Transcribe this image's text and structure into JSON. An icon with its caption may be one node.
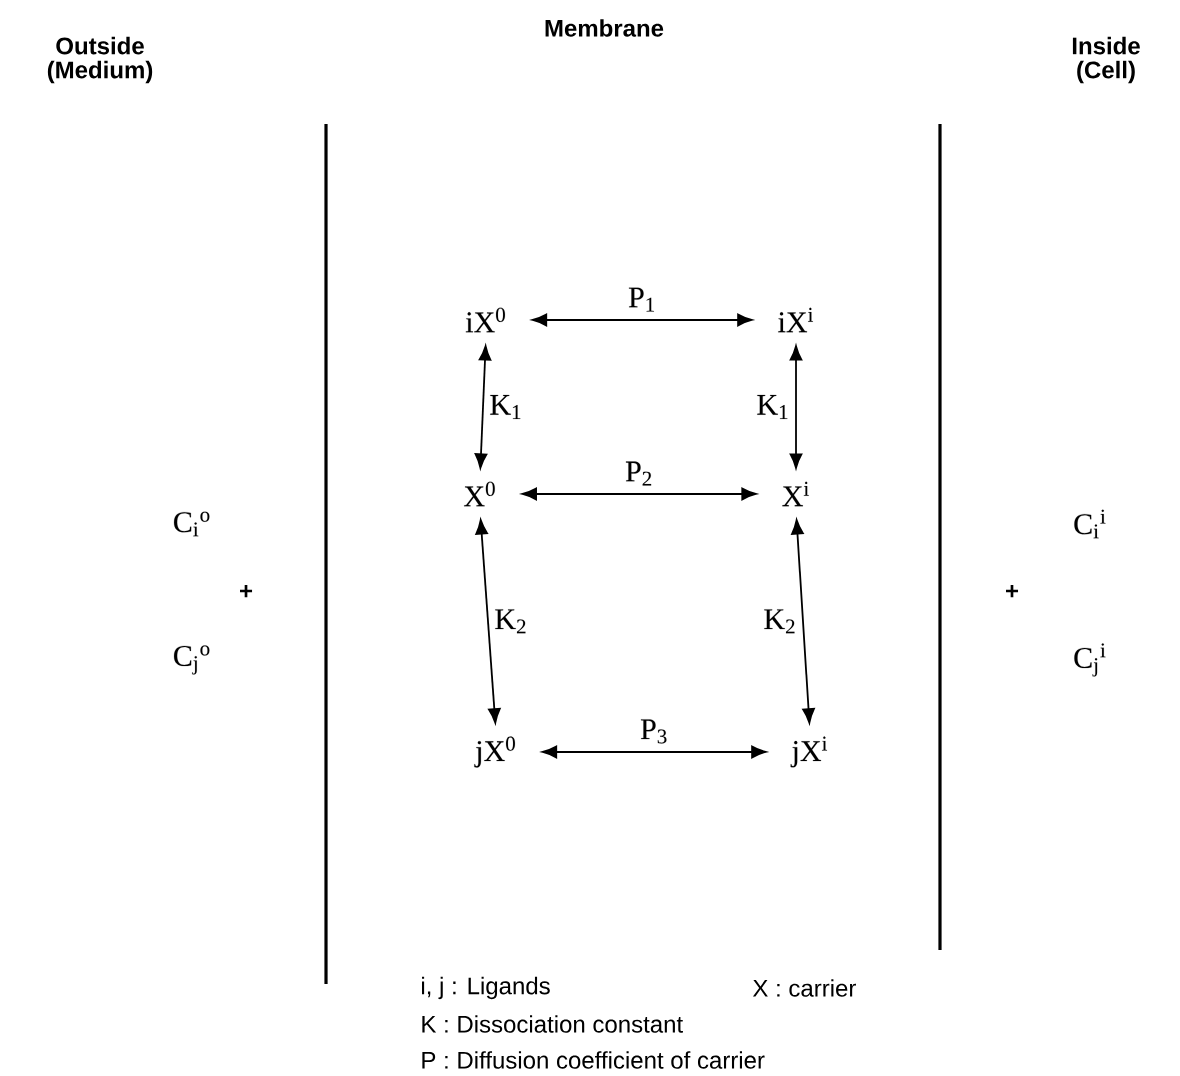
{
  "diagram": {
    "nodes": [
      {
        "text": [
          "iX$^{0}$"
        ]
      },
      {
        "text": [
          "iX$^{i}$"
        ]
      },
      {
        "text": [
          "X$^{0}$"
        ]
      },
      {
        "text": [
          "X$^{i}$"
        ]
      },
      {
        "text": [
          "jX$^{0}$"
        ]
      },
      {
        "text": [
          "jX$^{i}$"
        ]
      }
    ],
    "edges": [
      {
        "from": 0,
        "to": 1,
        "arrow": "both",
        "label": "P$_{1}$"
      },
      {
        "from": 0,
        "to": 2,
        "arrow": "both",
        "label": "K$_{1}$"
      },
      {
        "from": 1,
        "to": 3,
        "arrow": "both",
        "label": "K$_{1}$"
      },
      {
        "from": 2,
        "to": 3,
        "arrow": "both",
        "label": "P$_{2}$"
      },
      {
        "from": 2,
        "to": 4,
        "arrow": "both",
        "label": "K$_{2}$"
      },
      {
        "from": 3,
        "to": 5,
        "arrow": "both",
        "label": "K$_{2}$"
      },
      {
        "from": 4,
        "to": 5,
        "arrow": "both",
        "label": "P$_{3}$"
      }
    ],
    "labels": [
      "Outside (Medium)",
      "Membrane",
      "Inside (Cell)",
      "C$_{i}$$^{o}$",
      "+",
      "C$_{j}$$^{o}$",
      "C$_{i}$$^{i}$",
      "+",
      "C$_{j}$$^{i}$",
      "i, j : Ligands",
      "X : carrier",
      "K : Dissociation constant",
      "P : Diffusion coefficient of carrier"
    ]
  }
}
